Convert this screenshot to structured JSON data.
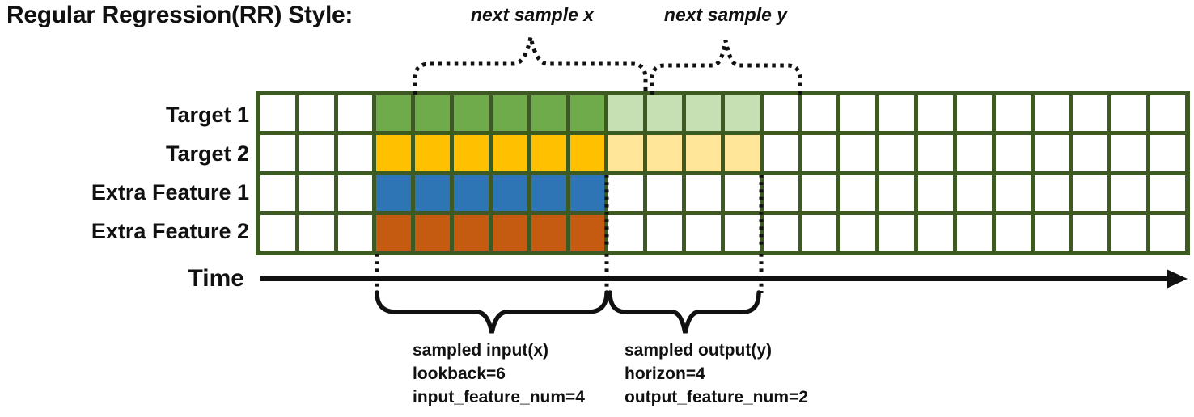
{
  "title": "Regular Regression(RR) Style:",
  "colors": {
    "grid_border": "#3D5A22",
    "cell_empty": "#FFFFFF",
    "ink": "#111111"
  },
  "grid": {
    "columns": 24,
    "lead_in_columns": 3,
    "lookback_columns": 6,
    "horizon_columns": 4,
    "rows": [
      {
        "label": "Target 1",
        "input_color": "#6FAB4B",
        "output_color": "#C6E0B4"
      },
      {
        "label": "Target 2",
        "input_color": "#FFC000",
        "output_color": "#FFE699"
      },
      {
        "label": "Extra Feature 1",
        "input_color": "#2E75B6",
        "output_color": null
      },
      {
        "label": "Extra Feature 2",
        "input_color": "#C55A11",
        "output_color": null
      }
    ]
  },
  "annotations": {
    "next_sample_x": "next sample x",
    "next_sample_y": "next sample y",
    "time": "Time",
    "input": {
      "title": "sampled input(x)",
      "lookback": "lookback=6",
      "feature_num": "input_feature_num=4"
    },
    "output": {
      "title": "sampled output(y)",
      "horizon": "horizon=4",
      "feature_num": "output_feature_num=2"
    }
  }
}
